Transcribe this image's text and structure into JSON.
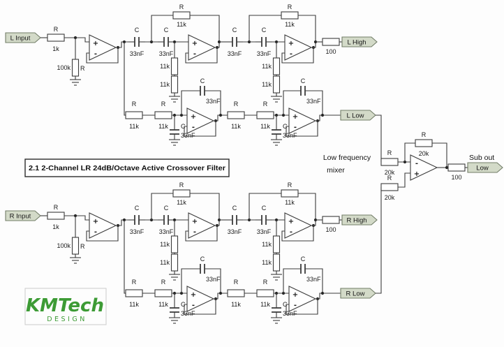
{
  "title": "2.1 2-Channel LR 24dB/Octave Active Crossover Filter",
  "logo": {
    "name": "KMTech",
    "sub": "DESIGN"
  },
  "annotations": {
    "mixer_line1": "Low frequency",
    "mixer_line2": "mixer",
    "sub_out": "Sub out"
  },
  "ports": {
    "l_input": "L Input",
    "l_high": "L High",
    "l_low": "L Low",
    "r_input": "R Input",
    "r_high": "R High",
    "r_low": "R Low",
    "low_out": "Low"
  },
  "labels": {
    "resistor": "R",
    "capacitor": "C",
    "opamp_plus": "+",
    "opamp_minus": "-"
  },
  "values": {
    "input_resistor": "1k",
    "bias_resistor": "100k",
    "filter_resistor": "11k",
    "filter_capacitor": "33nF",
    "output_resistor": "100",
    "mixer_resistor": "20k"
  },
  "colors": {
    "wire": "#3b3b3b",
    "port_fill": "#d3dac8",
    "port_stroke": "#727d68",
    "logo_green": "#3d9b35"
  }
}
